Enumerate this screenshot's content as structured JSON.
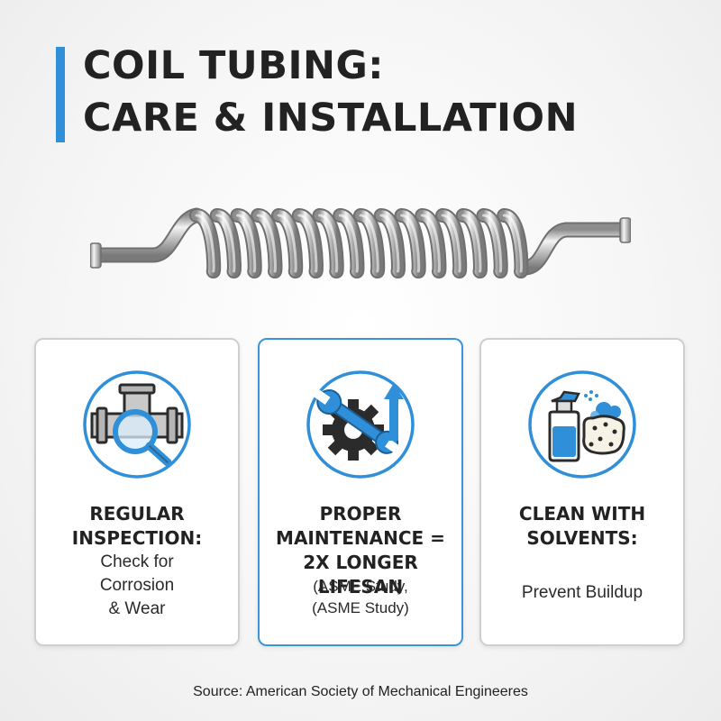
{
  "title": {
    "line1": "COIL TUBING:",
    "line2": "CARE & INSTALLATION"
  },
  "cards": [
    {
      "icon": "magnifier-pipe-icon",
      "heading_lines": [
        "REGULAR",
        "INSPECTION:"
      ],
      "body_lines": [
        "Check for",
        "Corrosion",
        "& Wear"
      ]
    },
    {
      "icon": "wrench-gear-arrow-icon",
      "heading_lines": [
        "PROPER",
        "MAINTENANCE =",
        "2X LONGER LIFESAN"
      ],
      "body_lines": [
        "(ASME Study,",
        "(ASME Study)"
      ]
    },
    {
      "icon": "spray-sponge-icon",
      "heading_lines": [
        "CLEAN WITH",
        "SOLVENTS:"
      ],
      "body_lines": [
        "Prevent Buildup"
      ]
    }
  ],
  "source": "Source: American Society of Mechanical Engineeres",
  "colors": {
    "accent": "#2f8fd8",
    "icon_dark": "#2b2b2b",
    "steel": "#bdbdbd"
  }
}
